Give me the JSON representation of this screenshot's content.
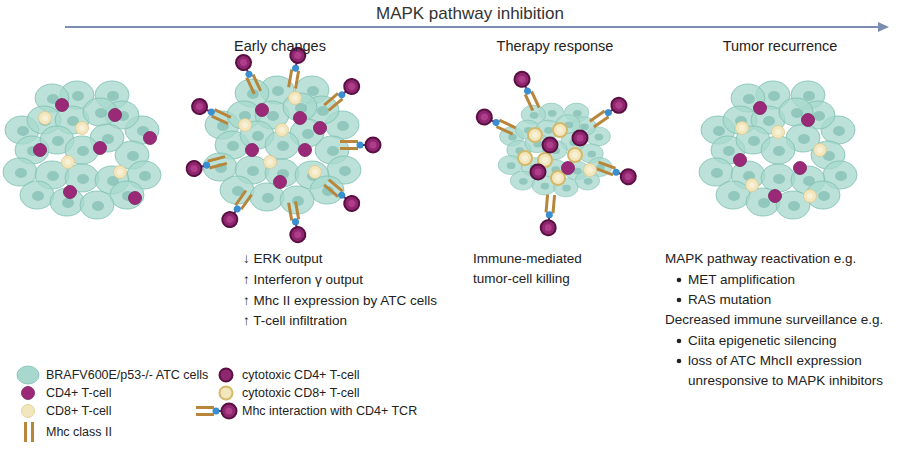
{
  "diagram": {
    "title": "MAPK pathway inhibition",
    "labels": [
      "Early changes",
      "Therapy response",
      "Tumor recurrence",
      "↓ ERK output",
      "↑ Interferon γ output",
      "↑ Mhc II expression by ATC cells",
      "↑ T-cell infiltration",
      "Immune-mediated tumor-cell killing",
      "MAPK pathway reactivation e.g.",
      "MET amplification",
      "RAS mutation",
      "Decreased immune surveillance e.g.",
      "Ciita epigenetic silencing",
      "loss of ATC MhcII expression unresponsive to MAPK inhibitors"
    ],
    "legend": [
      {
        "text": "BRAFV600E/p53-/- ATC cells",
        "color": "#a8d8cd"
      },
      {
        "text": "CD4+ T-cell",
        "color": "#9a2a78"
      },
      {
        "text": "CD8+ T-cell",
        "color": "#f2e6bd"
      },
      {
        "text": "Mhc class II"
      },
      {
        "text": "cytotoxic CD4+ T-cell",
        "color": "#8f2770"
      },
      {
        "text": "cytotoxic CD8+ T-cell",
        "color": "#f2e6bd"
      },
      {
        "text": "Mhc interaction with CD4+ TCR"
      }
    ]
  }
}
